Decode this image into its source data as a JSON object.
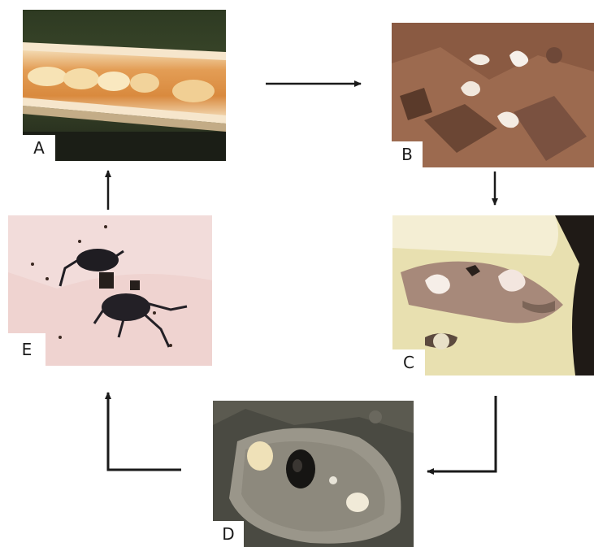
{
  "panels": [
    {
      "id": "A",
      "label": "A",
      "icon": "seed-pod-with-eggs-photo"
    },
    {
      "id": "B",
      "label": "B",
      "icon": "larvae-on-soil-photo"
    },
    {
      "id": "C",
      "label": "C",
      "icon": "larvae-in-tuber-photo"
    },
    {
      "id": "D",
      "label": "D",
      "icon": "pupa-in-soil-clod-photo"
    },
    {
      "id": "E",
      "label": "E",
      "icon": "adult-weevils-on-hand-photo"
    }
  ],
  "cycle_order": [
    "A",
    "B",
    "C",
    "D",
    "E",
    "A"
  ],
  "colors": {
    "arrow": "#1a1a1a",
    "label_background": "#ffffff",
    "label_text": "#1a1a1a"
  }
}
